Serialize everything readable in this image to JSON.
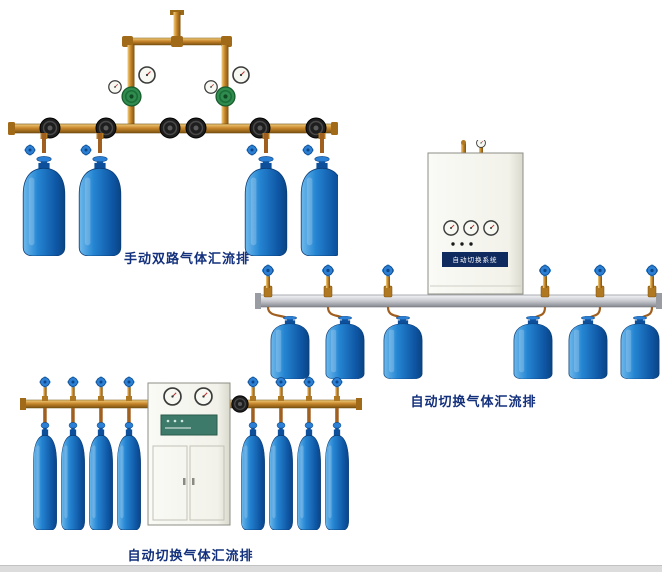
{
  "page": {
    "background": "#ffffff",
    "bottom_strip_color": "#dcdcdc"
  },
  "products": [
    {
      "id": "manual-dual-manifold",
      "caption": "手动双路气体汇流排",
      "cylinder_count": 4
    },
    {
      "id": "auto-switch-manifold-wall-cabinet",
      "caption": "自动切换气体汇流排",
      "cylinder_count": 6,
      "panel_label": "自动切换系统"
    },
    {
      "id": "auto-switch-manifold-floor-cabinet",
      "caption": "自动切换气体汇流排",
      "cylinder_count": 8
    }
  ],
  "colors": {
    "caption": "#13307c",
    "strip": "#dcdcdc",
    "cyl-hi": "#6db9ec",
    "cyl-mid": "#2585d2",
    "cyl-dark": "#0e56a4",
    "brass-hi": "#f2cf7e",
    "brass-mid": "#c8872c",
    "brass-dark": "#7c5210",
    "knob-blue": "#2b7fd4",
    "pipe-silver": "#c6c8ce",
    "cabinet": "#f2f2ea",
    "panel-plate": "#0e2a5e",
    "regulator-green": "#2f8c4e"
  }
}
